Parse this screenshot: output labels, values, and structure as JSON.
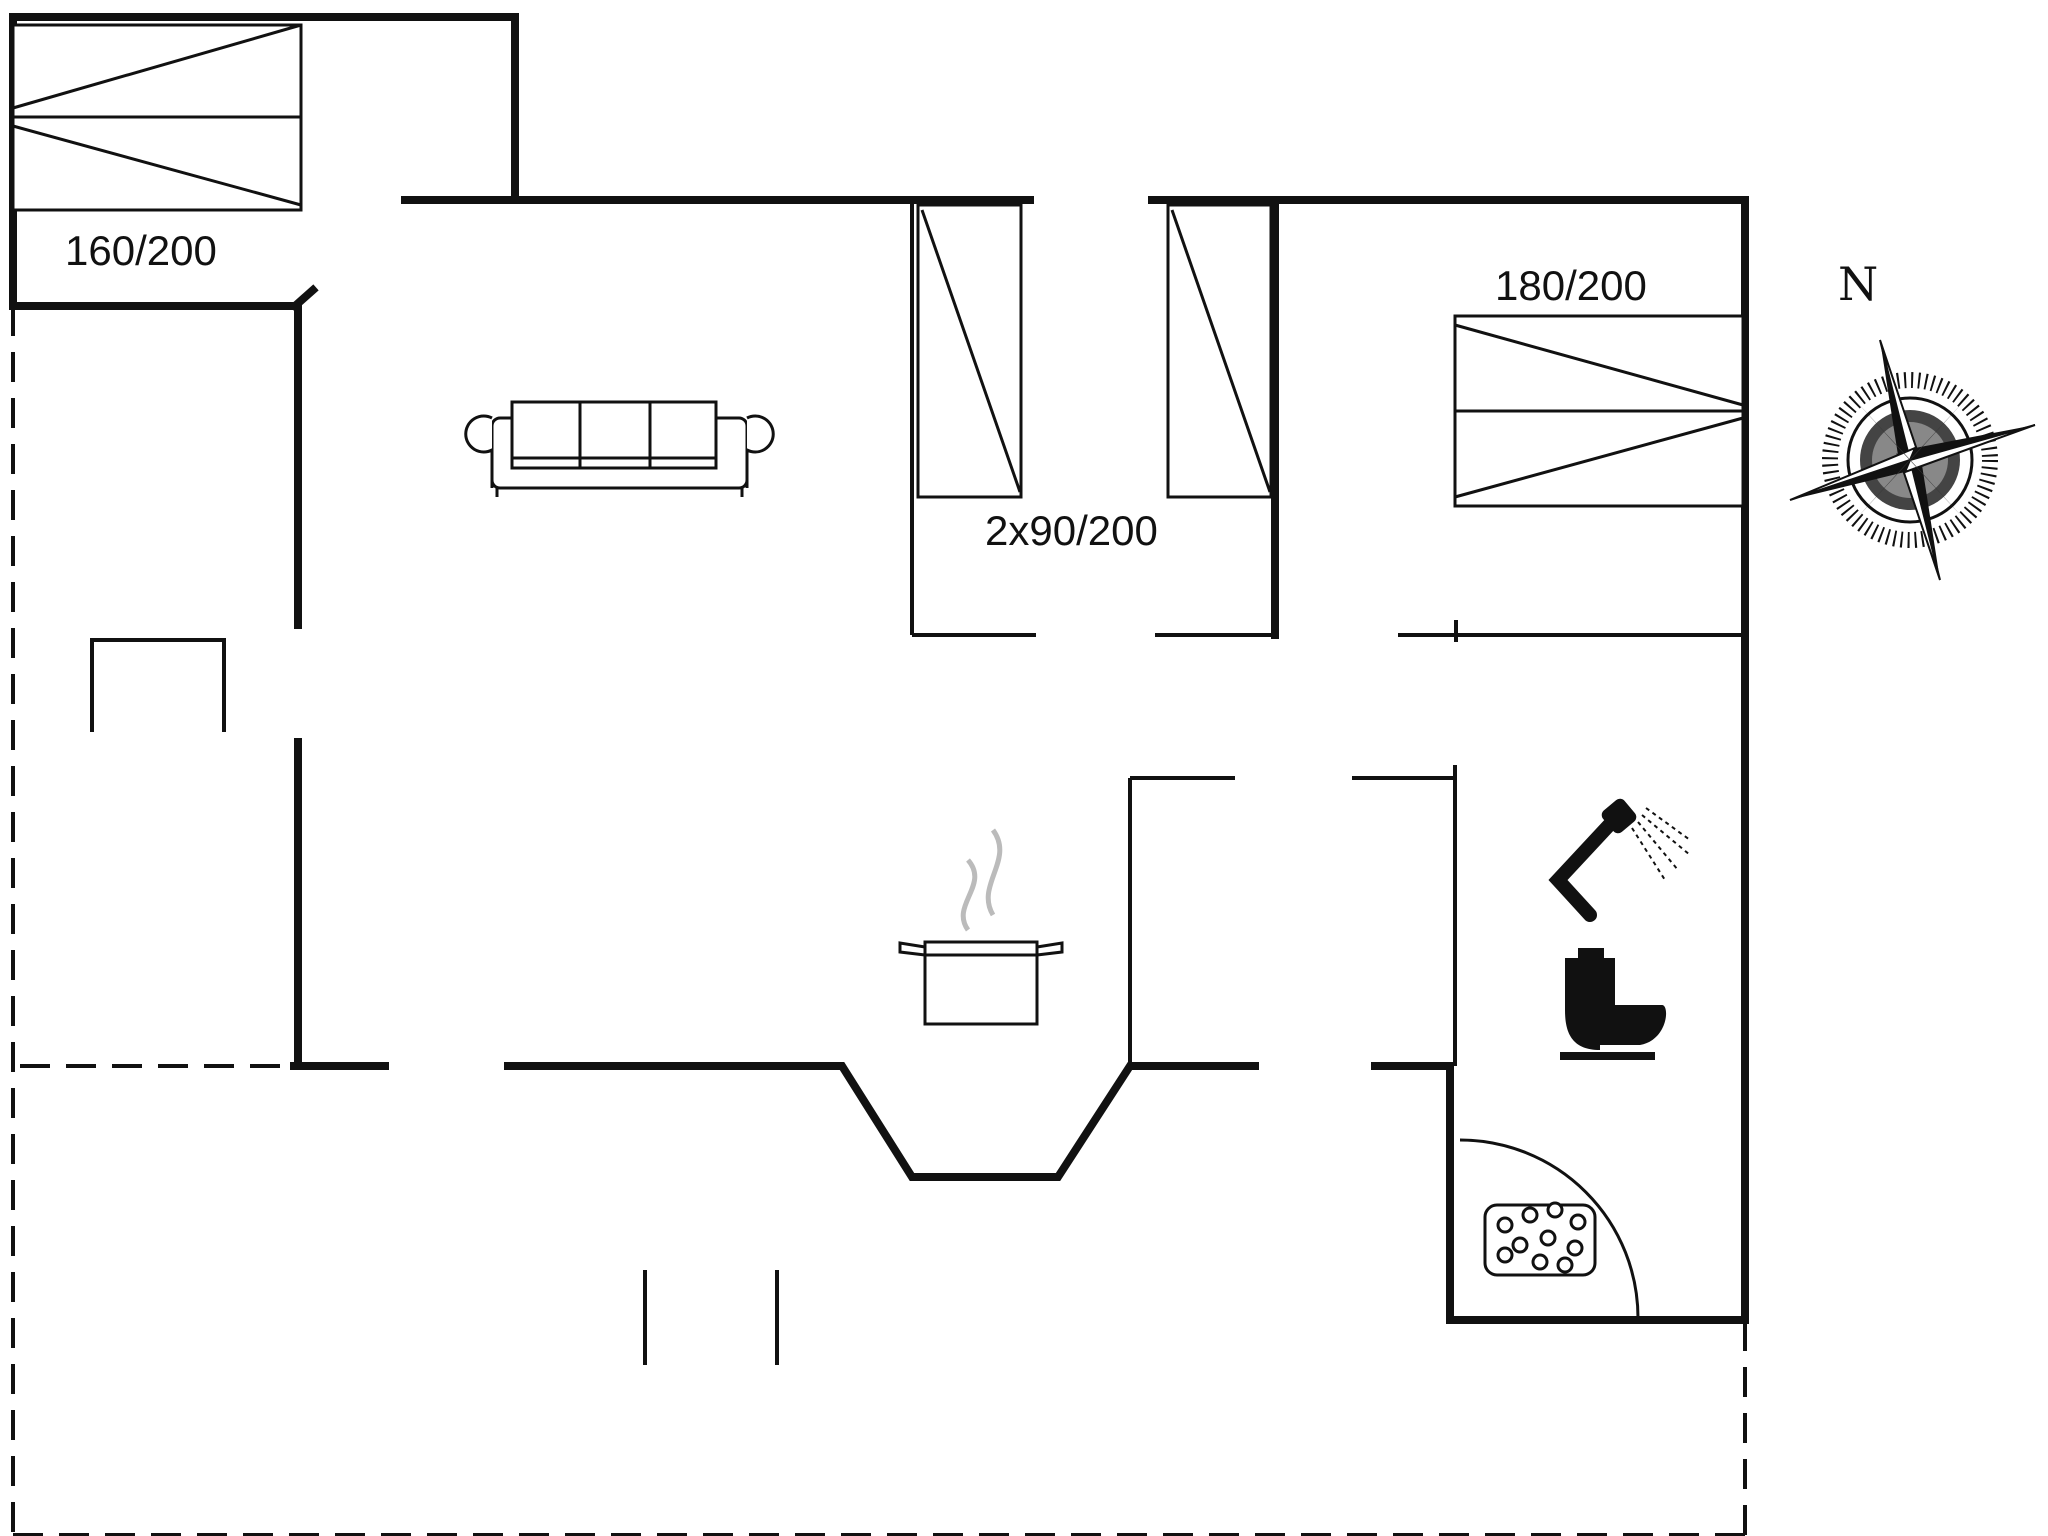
{
  "rooms": {
    "bedroom_1": {
      "bed_label": "160/200"
    },
    "bedroom_2": {
      "bed_label": "2x90/200"
    },
    "bedroom_3": {
      "bed_label": "180/200"
    }
  },
  "compass": {
    "north_label": "N"
  },
  "icons": [
    "sofa-icon",
    "cooking-pot-icon",
    "shower-icon",
    "toilet-icon",
    "sauna-icon",
    "compass-rose-icon"
  ]
}
